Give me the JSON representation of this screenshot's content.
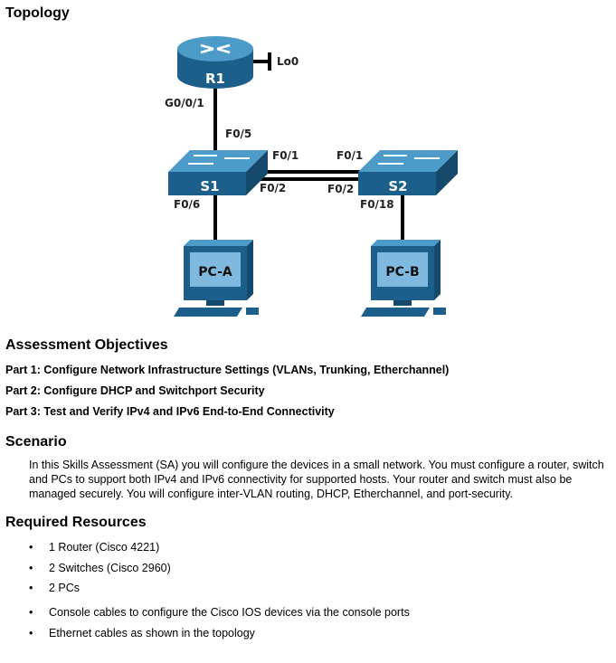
{
  "topology": {
    "heading": "Topology",
    "labels": {
      "r1": "R1",
      "lo0": "Lo0",
      "g001": "G0/0/1",
      "s1": "S1",
      "s2": "S2",
      "f05": "F0/5",
      "f01_s1": "F0/1",
      "f01_s2": "F0/1",
      "f02_s1": "F0/2",
      "f02_s2": "F0/2",
      "f06": "F0/6",
      "f018": "F0/18",
      "pca": "PC-A",
      "pcb": "PC-B"
    }
  },
  "objectives": {
    "heading": "Assessment Objectives",
    "parts": [
      "Part 1: Configure Network Infrastructure Settings (VLANs, Trunking, Etherchannel)",
      "Part 2: Configure DHCP and Switchport Security",
      "Part 3: Test and Verify IPv4 and IPv6 End-to-End Connectivity"
    ]
  },
  "scenario": {
    "heading": "Scenario",
    "text": "In this Skills Assessment (SA) you will configure the devices in a small network. You must configure a router, switch and PCs to support both IPv4 and IPv6 connectivity for supported hosts. Your router and switch must also be managed securely. You will configure inter-VLAN routing, DHCP, Etherchannel, and port-security."
  },
  "resources": {
    "heading": "Required Resources",
    "bullet": "•",
    "items": [
      "1 Router (Cisco 4221)",
      "2 Switches (Cisco 2960)",
      "2 PCs",
      "Console cables to configure the Cisco IOS devices via the console ports",
      "Ethernet cables as shown in the topology"
    ]
  }
}
